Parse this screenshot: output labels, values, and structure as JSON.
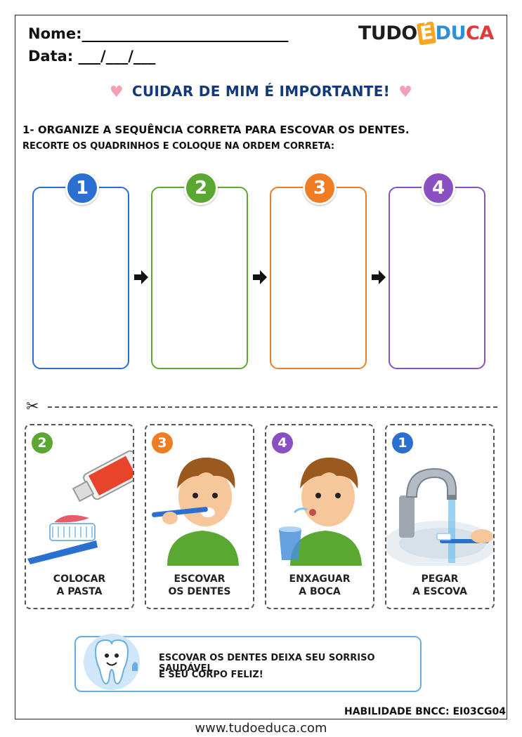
{
  "header": {
    "name_label": "Nome:____________________________",
    "date_label": "Data: ___/___/___",
    "logo": {
      "part1": "TUDO",
      "part_e": "É",
      "part2": "DU",
      "part3": "CA"
    }
  },
  "title": "CUIDAR DE MIM É IMPORTANTE!",
  "instructions": {
    "line1": "1- ORGANIZE A SEQUÊNCIA CORRETA PARA ESCOVAR OS DENTES.",
    "line2": "RECORTE OS QUADRINHOS E COLOQUE NA ORDEM CORRETA:"
  },
  "slots": [
    {
      "number": "1",
      "color": "#2b6fd0"
    },
    {
      "number": "2",
      "color": "#5aa832"
    },
    {
      "number": "3",
      "color": "#f07c24"
    },
    {
      "number": "4",
      "color": "#8a4fc0"
    }
  ],
  "cards": [
    {
      "number": "2",
      "color": "#5aa832",
      "label_line1": "COLOCAR",
      "label_line2": "A PASTA",
      "icon": "toothpaste-icon"
    },
    {
      "number": "3",
      "color": "#f07c24",
      "label_line1": "ESCOVAR",
      "label_line2": "OS DENTES",
      "icon": "boy-brushing-icon"
    },
    {
      "number": "4",
      "color": "#8a4fc0",
      "label_line1": "ENXAGUAR",
      "label_line2": "A BOCA",
      "icon": "boy-rinsing-icon"
    },
    {
      "number": "1",
      "color": "#2b6fd0",
      "label_line1": "PEGAR",
      "label_line2": "A ESCOVA",
      "icon": "faucet-brush-icon"
    }
  ],
  "tip": {
    "line1": "ESCOVAR OS DENTES DEIXA SEU SORRISO SAUDÁVEL",
    "line2": "E SEU CORPO FELIZ!"
  },
  "footer": {
    "bncc": "HABILIDADE BNCC: EI03CG04",
    "website": "www.tudoeduca.com"
  }
}
